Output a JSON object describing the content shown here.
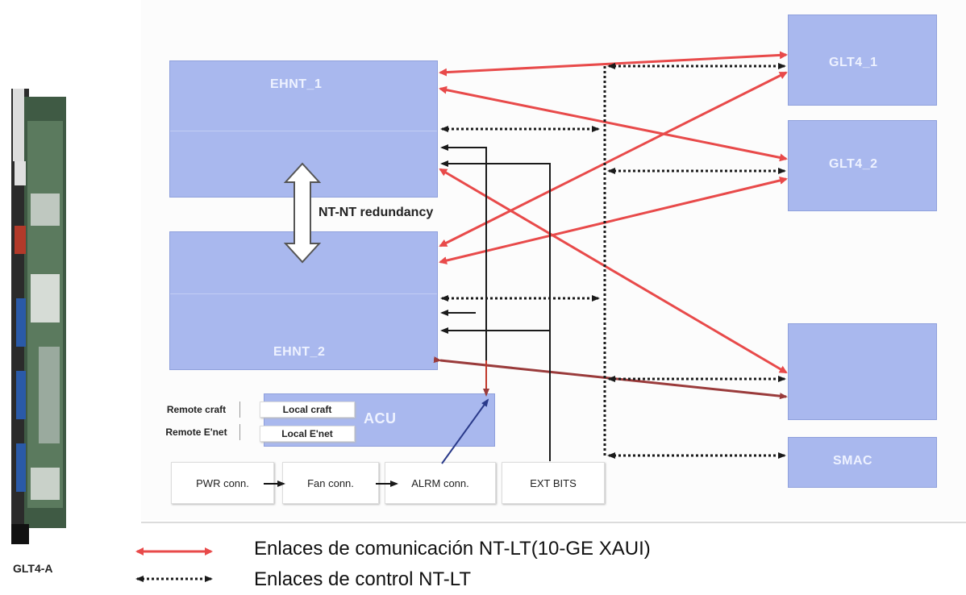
{
  "colors": {
    "block_fill": "#a9b8ee",
    "communication_link": "#e84a4a",
    "control_link": "#1a1a1a",
    "alarm_link": "#9a3b3b"
  },
  "blocks": {
    "ehnt1": "EHNT_1",
    "ehnt2": "EHNT_2",
    "glt4_1": "GLT4_1",
    "glt4_2": "GLT4_2",
    "nslt": "",
    "smac": "SMAC",
    "acu": "ACU"
  },
  "redundancy_label": "NT-NT redundancy",
  "acu_ports": {
    "remote_craft": "Remote craft",
    "remote_enet": "Remote E'net",
    "local_craft": "Local craft",
    "local_enet": "Local E'net"
  },
  "connectors": {
    "pwr": "PWR conn.",
    "fan": "Fan conn.",
    "alrm": "ALRM conn.",
    "ext_bits": "EXT BITS"
  },
  "board": {
    "caption": "GLT4-A",
    "icon": "circuit-board-icon"
  },
  "legend": {
    "communication": "Enlaces de comunicación NT-LT(10-GE XAUI)",
    "control": "Enlaces de control NT-LT"
  }
}
